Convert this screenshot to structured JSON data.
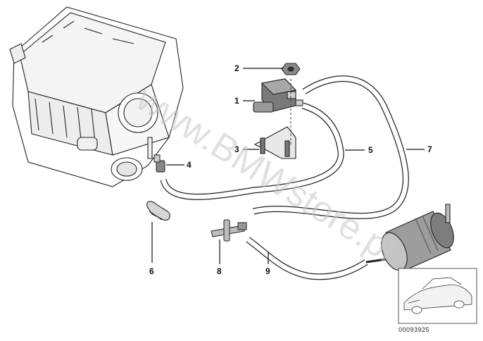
{
  "diagram": {
    "callouts": [
      {
        "id": "1",
        "label": "1"
      },
      {
        "id": "2",
        "label": "2"
      },
      {
        "id": "3",
        "label": "3"
      },
      {
        "id": "4",
        "label": "4"
      },
      {
        "id": "5",
        "label": "5"
      },
      {
        "id": "6",
        "label": "6"
      },
      {
        "id": "7",
        "label": "7"
      },
      {
        "id": "8",
        "label": "8"
      },
      {
        "id": "9",
        "label": "9"
      }
    ],
    "watermark": "www.BMWstore.pl",
    "reference_number": "00093925"
  }
}
